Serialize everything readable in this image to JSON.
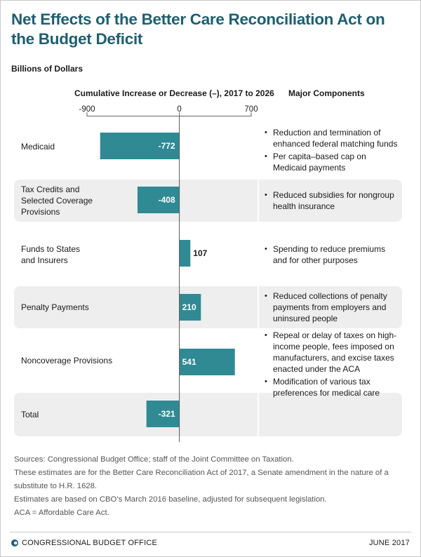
{
  "title": "Net Effects of the Better Care Reconciliation Act on the Budget Deficit",
  "units": "Billions of Dollars",
  "chart_data": {
    "type": "bar",
    "orientation": "horizontal",
    "xlabel": "Cumulative Increase or Decrease (–), 2017 to 2026",
    "xlim": [
      -900,
      700
    ],
    "ticks": [
      -900,
      0,
      700
    ],
    "tick_labels": [
      "-900",
      "0",
      "700"
    ],
    "bar_color": "#2f8a94",
    "categories": [
      "Medicaid",
      "Tax Credits and Selected Coverage Provisions",
      "Funds to States and Insurers",
      "Penalty Payments",
      "Noncoverage Provisions",
      "Total"
    ],
    "values": [
      -772,
      -408,
      107,
      210,
      541,
      -321
    ],
    "value_labels": [
      "-772",
      "-408",
      "107",
      "210",
      "541",
      "-321"
    ]
  },
  "rows": [
    {
      "label_lines": [
        "Medicaid"
      ],
      "components": [
        [
          "Reduction and termination of",
          "enhanced federal matching funds"
        ],
        [
          "Per capita–based cap on",
          "Medicaid payments"
        ]
      ]
    },
    {
      "label_lines": [
        "Tax Credits and",
        "Selected Coverage",
        "Provisions"
      ],
      "components": [
        [
          "Reduced subsidies for nongroup",
          "health insurance"
        ]
      ]
    },
    {
      "label_lines": [
        "Funds to States",
        "and Insurers"
      ],
      "components": [
        [
          "Spending to reduce premiums",
          "and for other purposes"
        ]
      ]
    },
    {
      "label_lines": [
        "Penalty Payments"
      ],
      "components": [
        [
          "Reduced collections of penalty",
          "payments from employers and",
          "uninsured people"
        ]
      ]
    },
    {
      "label_lines": [
        "Noncoverage Provisions"
      ],
      "components": [
        [
          "Repeal or delay of taxes on high-",
          "income people, fees imposed on",
          "manufacturers, and excise taxes",
          "enacted under the ACA"
        ],
        [
          "Modification of various tax",
          "preferences for medical care"
        ]
      ]
    },
    {
      "label_lines": [
        "Total"
      ],
      "components": []
    }
  ],
  "components_title": "Major Components",
  "notes": [
    "Sources: Congressional Budget Office; staff of the Joint Committee on Taxation.",
    "These estimates are for the Better Care Reconciliation Act of 2017, a Senate amendment in the nature of a substitute to H.R. 1628.",
    "Estimates are based on CBO’s March 2016 baseline, adjusted for subsequent legislation.",
    "ACA = Affordable Care Act."
  ],
  "footer": {
    "org": "CONGRESSIONAL BUDGET OFFICE",
    "date": "JUNE 2017"
  },
  "colors": {
    "title": "#1d5f70",
    "bar": "#2f8a94",
    "band": "#eeeeee"
  }
}
